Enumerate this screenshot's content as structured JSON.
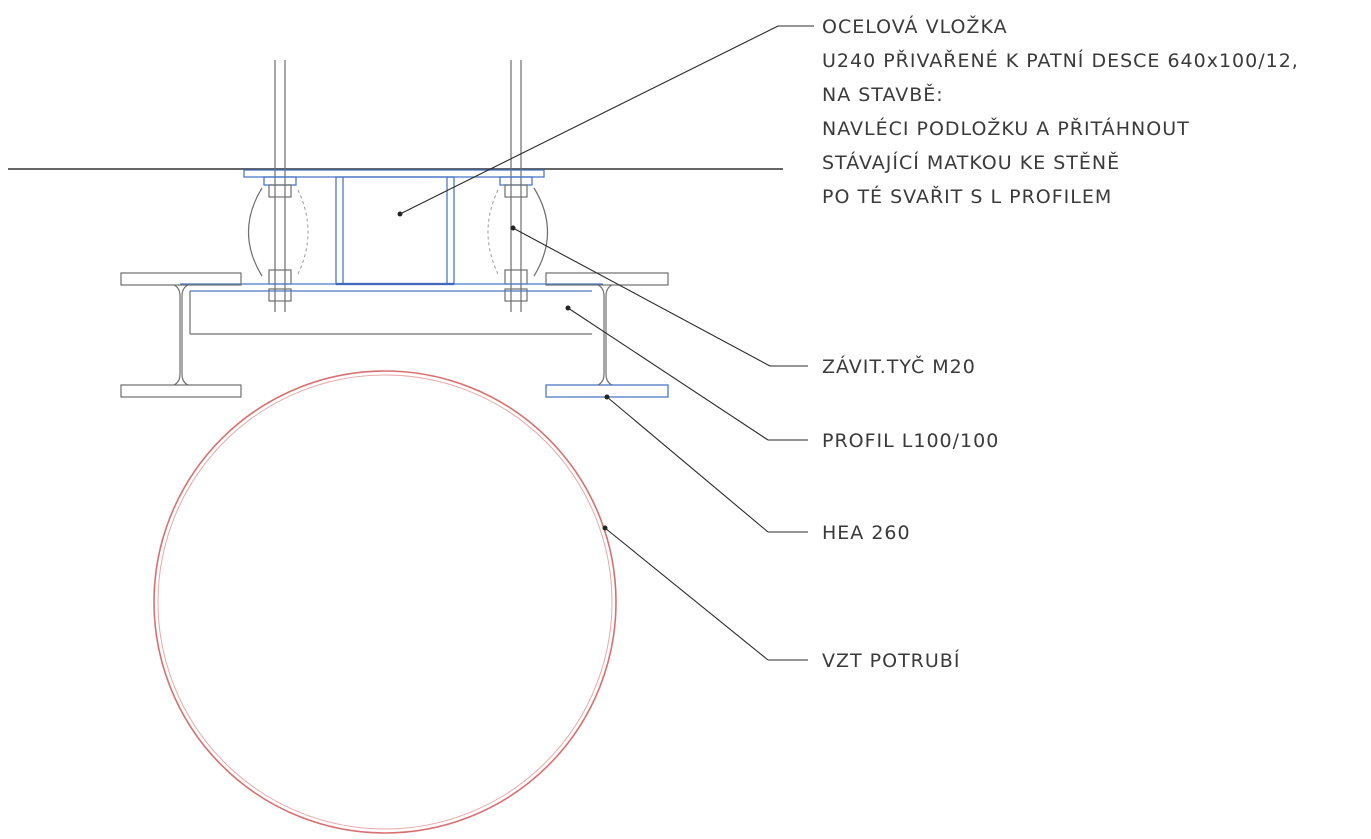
{
  "labels": {
    "insert": {
      "line1": "OCELOVÁ VLOŽKA",
      "line2": "U240 PŘIVAŘENÉ K PATNÍ DESCE 640x100/12,",
      "line3": "NA STAVBĚ:",
      "line4": "NAVLÉCI PODLOŽKU A PŘITÁHNOUT",
      "line5": "STÁVAJÍCÍ MATKOU KE STĚNĚ",
      "line6": "PO TÉ SVAŘIT S L PROFILEM"
    },
    "rod": "ZÁVIT.TYČ M20",
    "angle_profile": "PROFIL L100/100",
    "beam": "HEA 260",
    "duct": "VZT POTRUBÍ"
  },
  "colors": {
    "steel_blue": "#4a78c8",
    "duct_red": "#d97070",
    "leader_dark": "#2b2b2b"
  }
}
